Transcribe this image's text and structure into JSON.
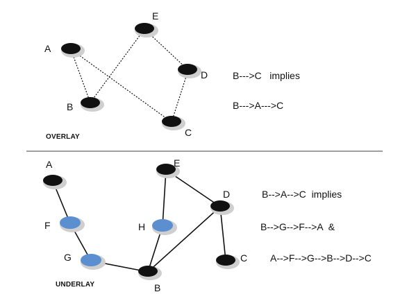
{
  "colors": {
    "node_black": "#111111",
    "node_blue": "#5b8fcf",
    "node_shadow": "#bfbfbf",
    "edge": "#111111",
    "separator": "#666666"
  },
  "overlay": {
    "title": "OVERLAY",
    "node_labels": {
      "A": "A",
      "B": "B",
      "C": "C",
      "D": "D",
      "E": "E"
    },
    "edges": [
      [
        "A",
        "B"
      ],
      [
        "A",
        "C"
      ],
      [
        "E",
        "B"
      ],
      [
        "E",
        "D"
      ],
      [
        "D",
        "C"
      ]
    ],
    "edge_style": "dotted",
    "implications": [
      "B--->C   implies",
      "B--->A--->C"
    ]
  },
  "underlay": {
    "title": "UNDERLAY",
    "node_labels": {
      "A": "A",
      "F": "F",
      "G": "G",
      "B": "B",
      "H": "H",
      "E": "E",
      "D": "D",
      "C": "C"
    },
    "blue_nodes": [
      "F",
      "G",
      "H"
    ],
    "edges": [
      [
        "A",
        "F"
      ],
      [
        "F",
        "G"
      ],
      [
        "G",
        "B"
      ],
      [
        "B",
        "H"
      ],
      [
        "H",
        "E"
      ],
      [
        "E",
        "D"
      ],
      [
        "B",
        "D"
      ],
      [
        "D",
        "C"
      ]
    ],
    "edge_style": "solid",
    "implications": [
      "B-->A-->C  implies",
      "B-->G-->F-->A  &",
      "A-->F-->G-->B-->D-->C"
    ]
  }
}
